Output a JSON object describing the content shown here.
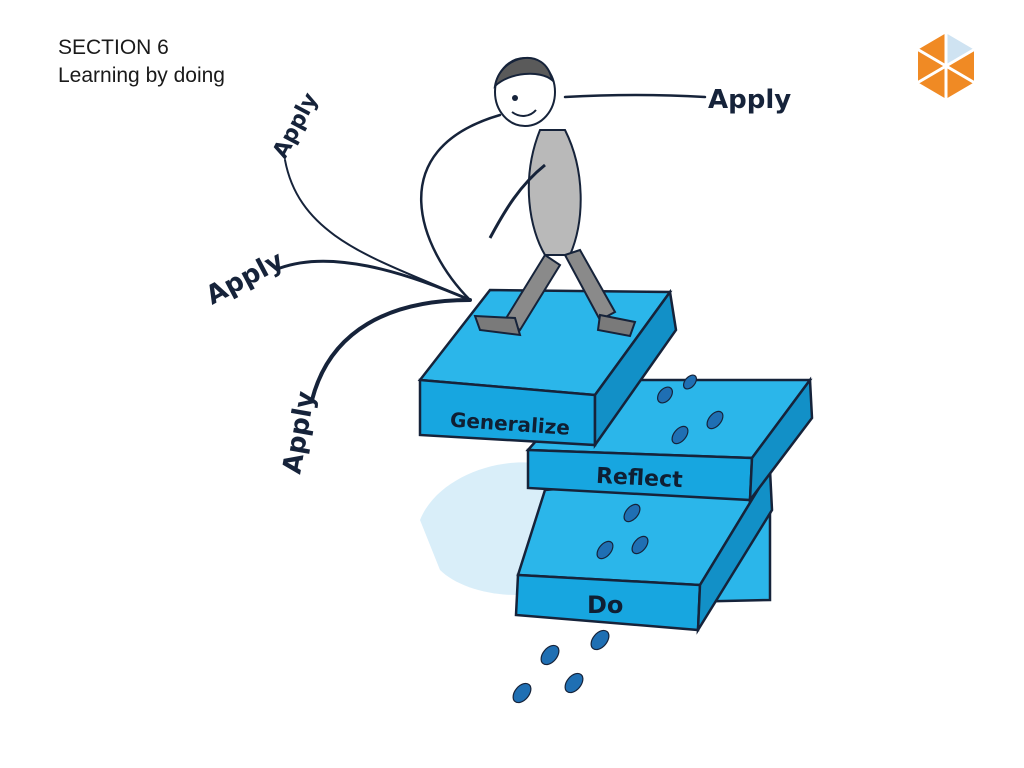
{
  "header": {
    "section": "SECTION 6",
    "title": "Learning by doing"
  },
  "steps": {
    "generalize": "Generalize",
    "reflect": "Reflect",
    "do": "Do"
  },
  "apply_labels": {
    "top_right": "Apply",
    "upper_left": "Apply",
    "middle_left": "Apply",
    "lower_left": "Apply"
  },
  "colors": {
    "step_face": "#17a6e0",
    "step_top": "#2bb6ea",
    "step_outline": "#16233a",
    "footprint": "#1f6fb3",
    "logo_orange": "#f08a24",
    "logo_light": "#cfe3f2"
  },
  "icons": {
    "logo": "hexagon-logo-icon",
    "figure": "walking-person-illustration",
    "footprints": "footprints-icon"
  }
}
